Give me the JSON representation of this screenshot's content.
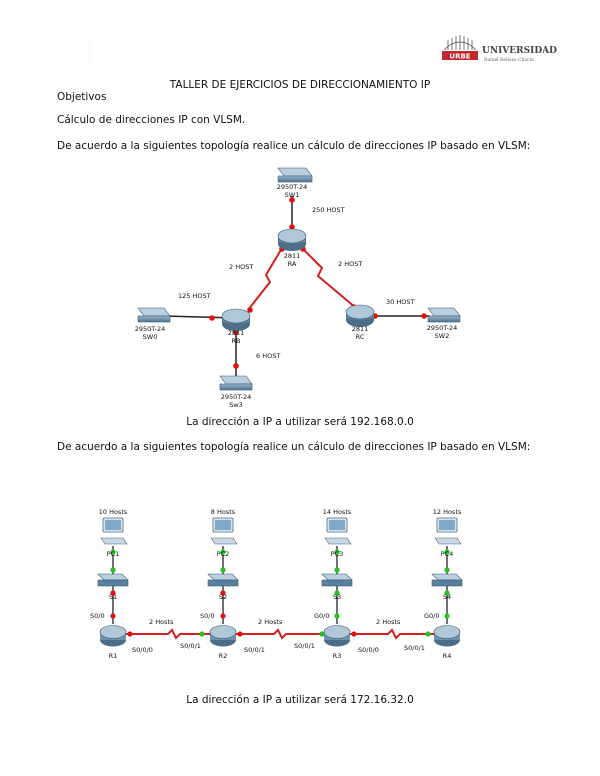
{
  "header": {
    "university_name": "UNIVERSIDAD",
    "university_sub": "Rafael Belloso Chacín",
    "title": "TALLER DE EJERCICIOS DE DIRECCIONAMIENTO IP"
  },
  "body": {
    "objectives_label": "Objetivos",
    "objective_text": "Cálculo de direcciones IP con VLSM.",
    "instruction_1": "De acuerdo a la siguientes topología realice un cálculo de direcciones IP basado en VLSM:",
    "address_1": "La dirección a IP a utilizar será 192.168.0.0",
    "instruction_2": "De acuerdo a la siguientes topología realice un cálculo de direcciones IP basado en VLSM:",
    "address_2": "La dirección a IP a utilizar será 172.16.32.0"
  },
  "topology1": {
    "sw1_model": "2950T-24",
    "sw1_name": "SW1",
    "sw1_hosts": "250 HOST",
    "ra_model": "2811",
    "ra_name": "RA",
    "rb_model": "2811",
    "rb_name": "RB",
    "rc_model": "2811",
    "rc_name": "RC",
    "link_ra_rb": "2 HOST",
    "link_ra_rc": "2 HOST",
    "sw0_model": "2950T-24",
    "sw0_name": "SW0",
    "sw0_hosts": "125 HOST",
    "sw2_model": "2950T-24",
    "sw2_name": "SW2",
    "sw2_hosts": "30 HOST",
    "sw3_model": "2950T-24",
    "sw3_name": "Sw3",
    "sw3_hosts": "6 HOST"
  },
  "topology2": {
    "pc_hosts": [
      "10 Hosts",
      "8 Hosts",
      "14 Hosts",
      "12 Hosts"
    ],
    "pc_names": [
      "PC1",
      "PC2",
      "PC3",
      "PC4"
    ],
    "switch_names": [
      "S1",
      "S2",
      "S3",
      "S4"
    ],
    "lan_ports": [
      "S0/0",
      "S0/0",
      "G0/0",
      "G0/0"
    ],
    "router_names": [
      "R1",
      "R2",
      "R3",
      "R4"
    ],
    "wan_links": [
      "2 Hosts",
      "2 Hosts",
      "2 Hosts"
    ],
    "serial_labels": [
      "S0/0/0",
      "S0/0/1",
      "S0/0/1",
      "S0/0/0",
      "S0/0/1"
    ]
  },
  "colors": {
    "device_blue": "#5b7f9e",
    "link_red": "#d42020",
    "port_green": "#22c322",
    "port_red": "#e01010"
  }
}
